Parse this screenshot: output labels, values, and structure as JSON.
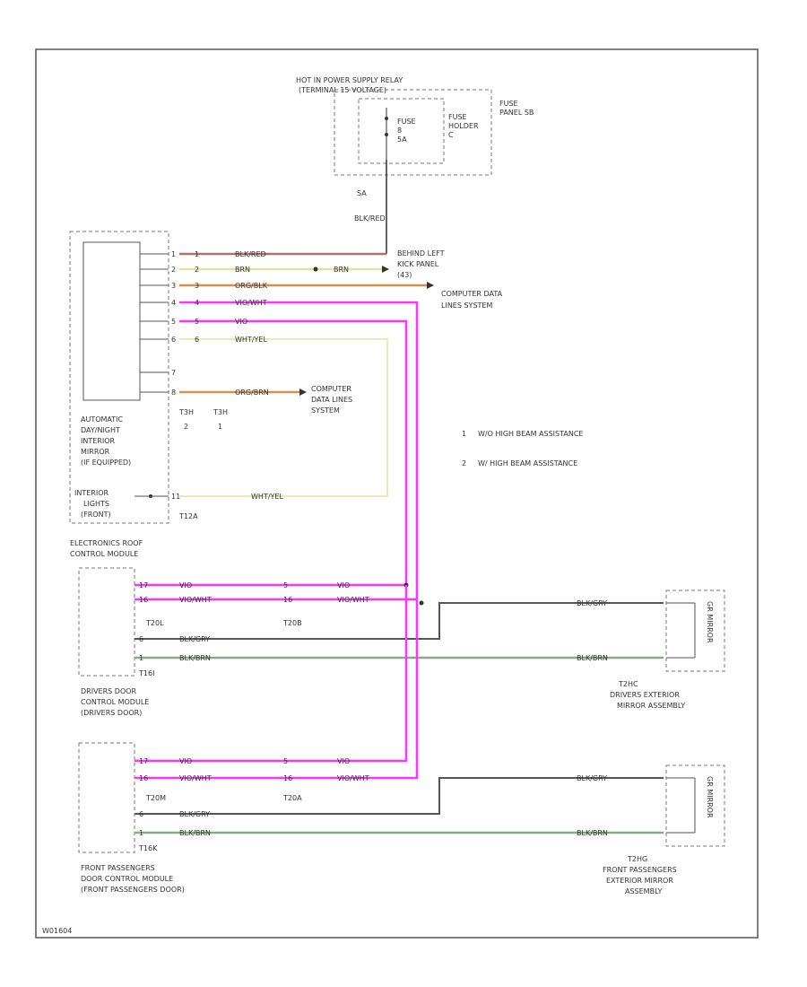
{
  "power": {
    "title": "HOT IN POWER SUPPLY RELAY",
    "subtitle": "(TERMINAL 15 VOLTAGE)",
    "fuse_label": "FUSE",
    "fuse_num": "8",
    "fuse_rating": "5A",
    "holder_label": "FUSE",
    "holder_label2": "HOLDER",
    "holder_num": "C",
    "panel_label": "FUSE",
    "panel_label2": "PANEL SB",
    "wire_size": "SA",
    "wire_color": "BLK/RED"
  },
  "mirror_connector": {
    "pins": [
      "1",
      "2",
      "3",
      "4",
      "5",
      "6",
      "7",
      "8"
    ],
    "cavities": [
      "1",
      "2",
      "3",
      "4",
      "5",
      "6"
    ],
    "wires": [
      "BLK/RED",
      "BRN",
      "ORG/BLK",
      "VIO/WHT",
      "VIO",
      "WHT/YEL",
      "",
      "ORG/BRN"
    ],
    "label_lines": [
      "AUTOMATIC",
      "DAY/NIGHT",
      "INTERIOR",
      "MIRROR",
      "(IF EQUIPPED)"
    ],
    "conn_a": "T3H",
    "conn_a_num": "2",
    "conn_b": "T3H",
    "conn_b_num": "1"
  },
  "ground": {
    "label_lines": [
      "BEHIND LEFT",
      "KICK PANEL"
    ],
    "code": "(43)",
    "wire": "BRN"
  },
  "computer_data": {
    "line1": "COMPUTER DATA",
    "line2": "LINES SYSTEM",
    "line3_a": "COMPUTER",
    "line3_b": "DATA LINES",
    "line3_c": "SYSTEM"
  },
  "notes": [
    {
      "num": "1",
      "text": "W/O HIGH BEAM ASSISTANCE"
    },
    {
      "num": "2",
      "text": "W/ HIGH BEAM ASSISTANCE"
    }
  ],
  "interior_lights": {
    "label_lines": [
      "INTERIOR",
      "LIGHTS",
      "(FRONT)"
    ],
    "pin": "11",
    "connector": "T12A",
    "wire": "WHT/YEL"
  },
  "roof_module": {
    "label_lines": [
      "ELECTRONICS ROOF",
      "CONTROL MODULE"
    ]
  },
  "drivers_door": {
    "label_lines": [
      "DRIVERS DOOR",
      "CONTROL MODULE",
      "(DRIVERS DOOR)"
    ],
    "pins_left": [
      "17",
      "16",
      "6",
      "1"
    ],
    "conn_left": "T20L",
    "pins_mid": [
      "5",
      "16"
    ],
    "conn_mid": "T20B",
    "conn_bottom": "T16I",
    "wires": [
      "VIO",
      "VIO/WHT",
      "BLK/GRY",
      "BLK/BRN"
    ],
    "wires_mid": [
      "VIO",
      "VIO/WHT"
    ],
    "wires_right": [
      "BLK/GRY",
      "BLK/BRN"
    ]
  },
  "drivers_mirror": {
    "connector": "T2HC",
    "label_lines": [
      "DRIVERS EXTERIOR",
      "MIRROR ASSEMBLY"
    ],
    "part": "GR MIRROR"
  },
  "passenger_door": {
    "label_lines": [
      "FRONT PASSENGERS",
      "DOOR CONTROL MODULE",
      "(FRONT PASSENGERS DOOR)"
    ],
    "pins_left": [
      "17",
      "16",
      "6",
      "1"
    ],
    "conn_left": "T20M",
    "pins_mid": [
      "5",
      "16"
    ],
    "conn_mid": "T20A",
    "conn_bottom": "T16K",
    "wires": [
      "VIO",
      "VIO/WHT",
      "BLK/GRY",
      "BLK/BRN"
    ],
    "wires_mid": [
      "VIO",
      "VIO/WHT"
    ],
    "wires_right": [
      "BLK/GRY",
      "BLK/BRN"
    ]
  },
  "passenger_mirror": {
    "connector": "T2HG",
    "label_lines": [
      "FRONT PASSENGERS",
      "EXTERIOR MIRROR",
      "ASSEMBLY"
    ],
    "part": "GR MIRROR"
  },
  "footer": {
    "code": "W01604"
  },
  "colors": {
    "blk_red": "#b07070",
    "brn": "#e8e0a0",
    "org_blk": "#d4904a",
    "vio": "#ff33ff",
    "wht_yel": "#e8e8b8",
    "org_brn": "#d89050",
    "green": "#88aa88",
    "dark": "#333333"
  }
}
